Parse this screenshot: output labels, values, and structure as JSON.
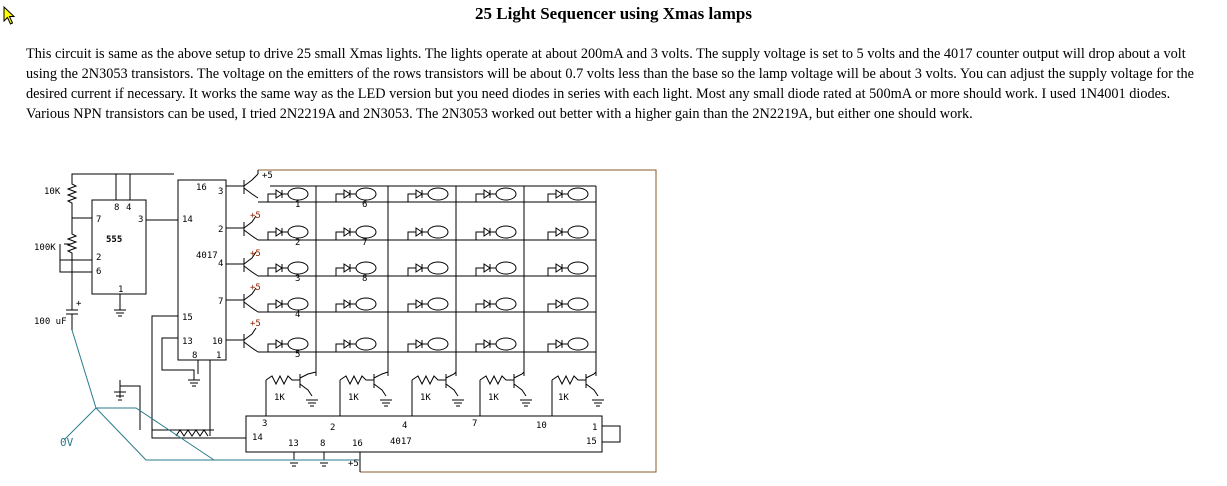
{
  "page": {
    "title": "25 Light Sequencer using Xmas lamps",
    "paragraph": "This circuit is same as the above setup to drive 25 small Xmas lights. The lights operate at about 200mA and 3 volts. The supply voltage is set to 5 volts and the 4017 counter output will drop about a volt using the 2N3053 transistors. The voltage on the emitters of the rows transistors will be about 0.7 volts less than the base so the lamp voltage will be about 3 volts. You can adjust the supply voltage for the desired current if necessary. It works the same way as the LED version but you need diodes in series with each light. Most any small diode rated at 500mA or more should work. I used 1N4001 diodes. Various NPN transistors can be used, I tried 2N2219A and 2N3053. The 2N3053 worked out better with a higher gain than the 2N2219A, but either one should work."
  },
  "diagram": {
    "labels": {
      "plus5": "+5",
      "r10k": "10K",
      "r100k": "100K",
      "cap": "100 uF",
      "cap_plus": "+",
      "ic555": "555",
      "ic4017": "4017",
      "zero_v": "0V",
      "r1k": "1K"
    },
    "pins_555": {
      "p8": "8",
      "p4": "4",
      "p7": "7",
      "p3": "3",
      "p2": "2",
      "p6": "6",
      "p1": "1"
    },
    "pins_4017_top": {
      "p16": "16",
      "p3": "3",
      "p14": "14",
      "p2": "2",
      "p4": "4",
      "p7": "7",
      "p15": "15",
      "p13": "13",
      "p10": "10",
      "p8": "8",
      "p1": "1"
    },
    "pins_4017_bottom": {
      "p3": "3",
      "p2": "2",
      "p4": "4",
      "p7": "7",
      "p10": "10",
      "p1": "1",
      "p14": "14",
      "p13": "13",
      "p8": "8",
      "p16": "16",
      "p15": "15"
    },
    "lamp_numbers": [
      "1",
      "2",
      "3",
      "4",
      "5",
      "6",
      "7",
      "8"
    ],
    "colors": {
      "schematic": "#000000",
      "brown_wire": "#8b5a2b",
      "teal_wire": "#2a7b8c",
      "plus_label": "#8b2500"
    }
  }
}
